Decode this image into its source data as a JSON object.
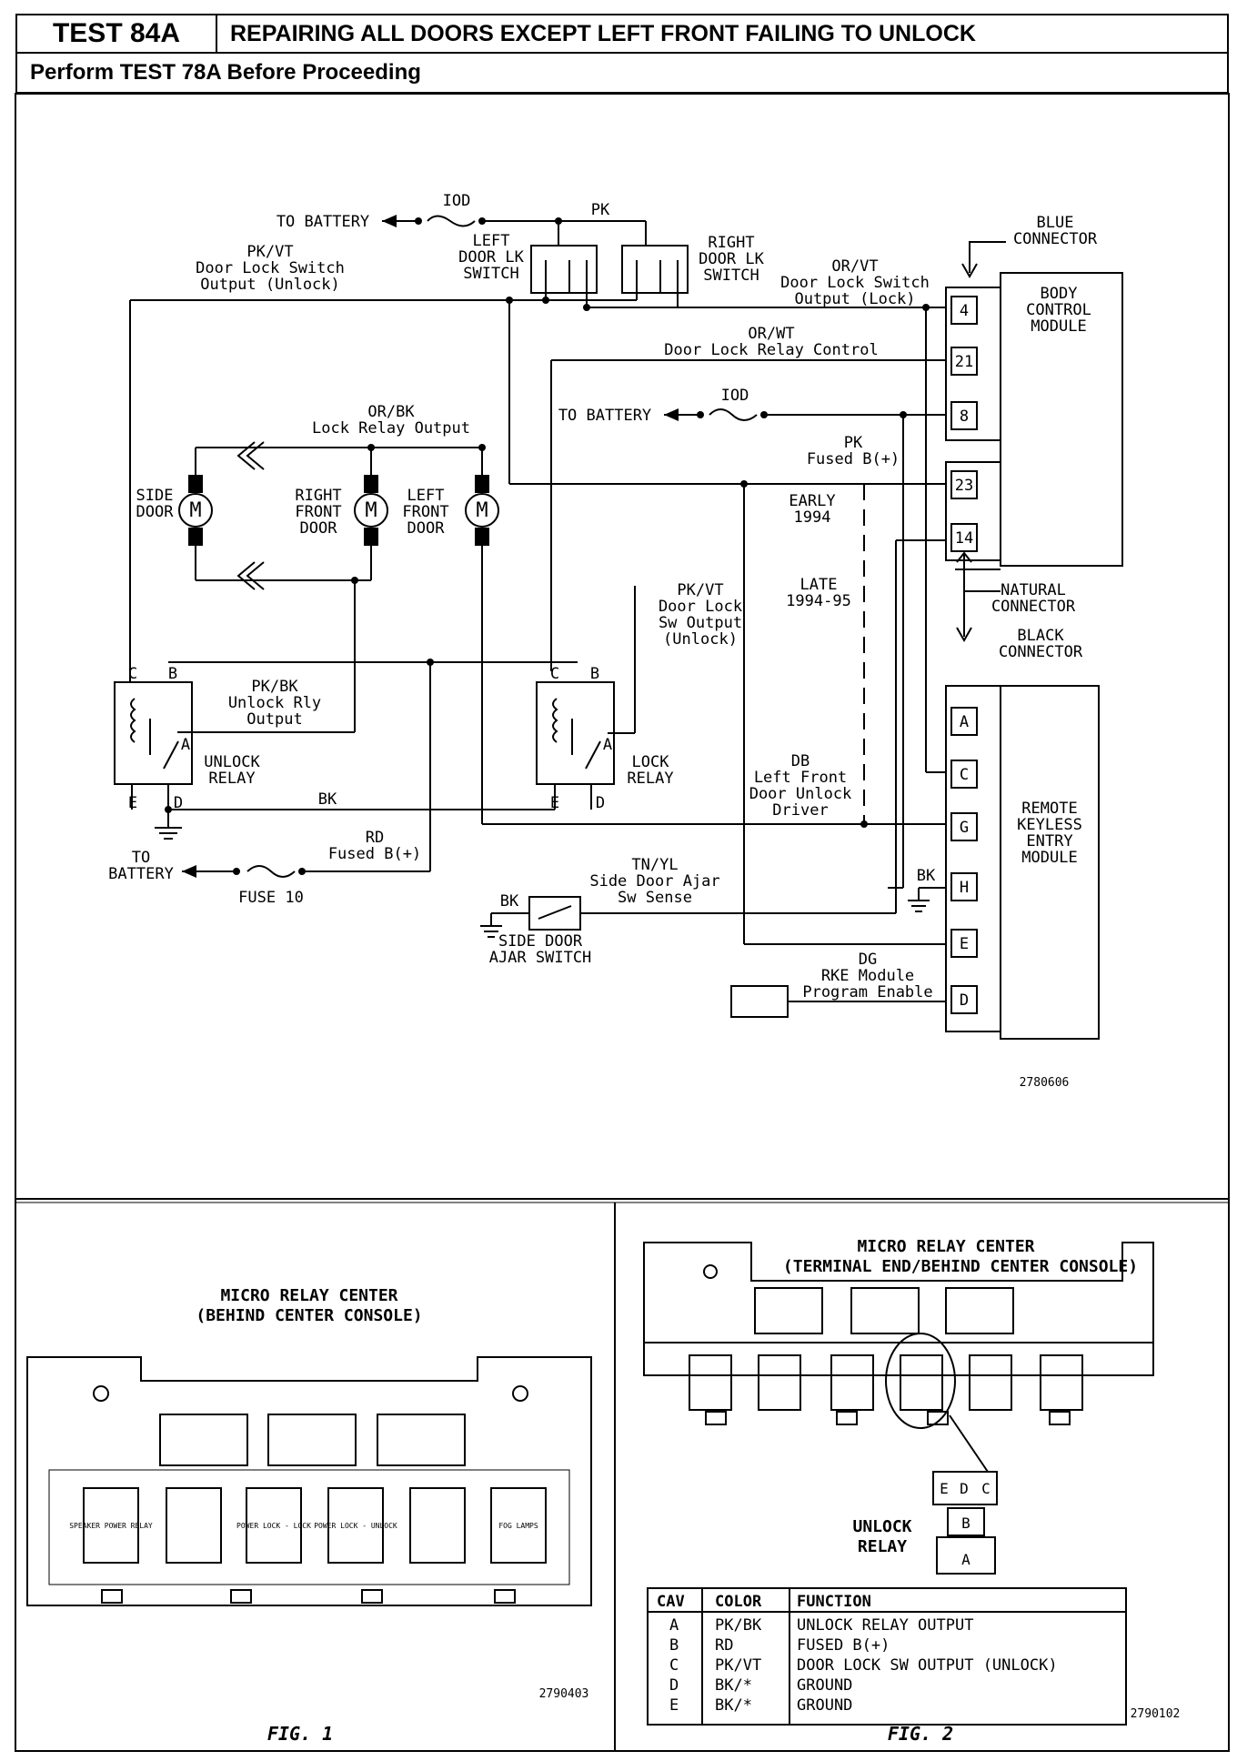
{
  "header": {
    "test_id": "TEST 84A",
    "title": "REPAIRING ALL DOORS EXCEPT LEFT FRONT FAILING TO UNLOCK",
    "prerequisite": "Perform TEST 78A Before Proceeding"
  },
  "schematic": {
    "fuse_top": "IOD",
    "to_battery": "TO BATTERY",
    "pk": "PK",
    "left_switch": [
      "LEFT",
      "DOOR LK",
      "SWITCH"
    ],
    "right_switch": [
      "RIGHT",
      "DOOR LK",
      "SWITCH"
    ],
    "pkvt_label": [
      "PK/VT",
      "Door Lock Switch",
      "Output (Unlock)"
    ],
    "orvt_label": [
      "OR/VT",
      "Door Lock Switch",
      "Output (Lock)"
    ],
    "blue_connector": [
      "BLUE",
      "CONNECTOR"
    ],
    "bcm": [
      "BODY",
      "CONTROL",
      "MODULE"
    ],
    "orwt_label": [
      "OR/WT",
      "Door Lock Relay Control"
    ],
    "iod2": "IOD",
    "to_battery2": "TO BATTERY",
    "pk_fused": [
      "PK",
      "Fused B(+)"
    ],
    "orbk_label": [
      "OR/BK",
      "Lock Relay Output"
    ],
    "side_door": [
      "SIDE",
      "DOOR"
    ],
    "right_front": [
      "RIGHT",
      "FRONT",
      "DOOR"
    ],
    "left_front": [
      "LEFT",
      "FRONT",
      "DOOR"
    ],
    "motor": "M",
    "early": [
      "EARLY",
      "1994"
    ],
    "late": [
      "LATE",
      "1994-95"
    ],
    "natural_connector": [
      "NATURAL",
      "CONNECTOR"
    ],
    "black_connector": [
      "BLACK",
      "CONNECTOR"
    ],
    "pkvt2": [
      "PK/VT",
      "Door Lock",
      "Sw Output",
      "(Unlock)"
    ],
    "pkbk": [
      "PK/BK",
      "Unlock Rly",
      "Output"
    ],
    "unlock_relay": [
      "UNLOCK",
      "RELAY"
    ],
    "lock_relay": [
      "LOCK",
      "RELAY"
    ],
    "db_label": [
      "DB",
      "Left Front",
      "Door Unlock",
      "Driver"
    ],
    "bk": "BK",
    "rd_label": [
      "RD",
      "Fused B(+)"
    ],
    "to_battery3": [
      "TO",
      "BATTERY"
    ],
    "fuse10": "FUSE 10",
    "tnyl": [
      "TN/YL",
      "Side Door Ajar",
      "Sw Sense"
    ],
    "side_ajar": [
      "SIDE DOOR",
      "AJAR SWITCH"
    ],
    "dg": [
      "DG",
      "RKE Module",
      "Program Enable"
    ],
    "rke": [
      "REMOTE",
      "KEYLESS",
      "ENTRY",
      "MODULE"
    ],
    "bcm_pins": [
      "4",
      "21",
      "8",
      "23",
      "14"
    ],
    "rke_pins": [
      "A",
      "C",
      "G",
      "H",
      "E",
      "D"
    ],
    "relay_terms": [
      "C",
      "B",
      "A",
      "E",
      "D"
    ],
    "ref": "2780606"
  },
  "fig1": {
    "title": [
      "MICRO RELAY CENTER",
      "(BEHIND CENTER CONSOLE)"
    ],
    "relays": [
      "SPEAKER POWER RELAY",
      "",
      "POWER LOCK - LOCK",
      "POWER LOCK - UNLOCK",
      "",
      "FOG LAMPS"
    ],
    "ref": "2790403",
    "caption": "FIG. 1"
  },
  "fig2": {
    "title": [
      "MICRO RELAY CENTER",
      "(TERMINAL END/BEHIND CENTER CONSOLE)"
    ],
    "unlock_relay": [
      "UNLOCK",
      "RELAY"
    ],
    "pins": [
      "E",
      "D",
      "C",
      "B",
      "A"
    ],
    "table": {
      "headers": [
        "CAV",
        "COLOR",
        "FUNCTION"
      ],
      "rows": [
        [
          "A",
          "PK/BK",
          "UNLOCK RELAY OUTPUT"
        ],
        [
          "B",
          "RD",
          "FUSED B(+)"
        ],
        [
          "C",
          "PK/VT",
          "DOOR LOCK SW OUTPUT (UNLOCK)"
        ],
        [
          "D",
          "BK/*",
          "GROUND"
        ],
        [
          "E",
          "BK/*",
          "GROUND"
        ]
      ]
    },
    "ref": "2790102",
    "caption": "FIG. 2"
  }
}
